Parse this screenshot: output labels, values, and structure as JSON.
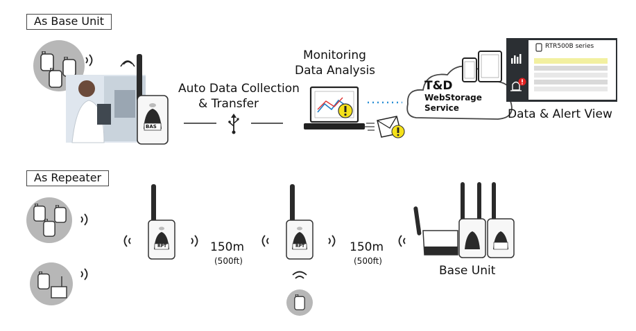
{
  "sections": {
    "base_label": "As Base Unit",
    "repeater_label": "As Repeater"
  },
  "base_row": {
    "collection_line1": "Auto Data Collection",
    "collection_line2": "& Transfer",
    "monitoring_line1": "Monitoring",
    "monitoring_line2": "Data Analysis",
    "device_label": "BAS",
    "cloud_line1": "T&D",
    "cloud_line2": "WebStorage",
    "cloud_line3": "Service",
    "panel_title": "RTR500B series",
    "view_label": "Data & Alert View"
  },
  "repeater_row": {
    "device_label": "RPT",
    "distance1": "150m",
    "distance1_sub": "(500ft)",
    "distance2": "150m",
    "distance2_sub": "(500ft)",
    "base_unit_label": "Base Unit"
  },
  "colors": {
    "circle_gray": "#b7b7b7",
    "device_dark": "#2a2a2a",
    "panel_yellow": "#f2f0a0",
    "alert_yellow": "#f5e11a",
    "alert_red": "#e02020",
    "dotted_blue": "#2a8fd4"
  }
}
